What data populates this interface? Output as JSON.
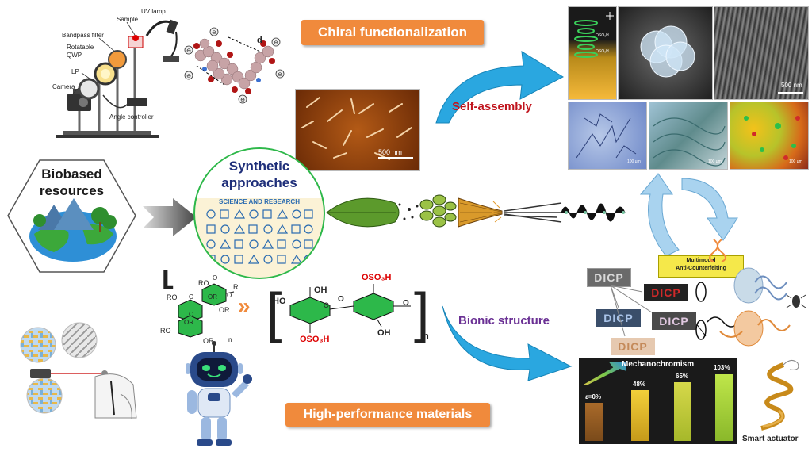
{
  "setup": {
    "labels": [
      "UV lamp",
      "Sample",
      "Bandpass filter",
      "Rotatable",
      "QWP",
      "LP",
      "Camera",
      "Angle controller"
    ]
  },
  "molecule": {
    "distance_label": "d"
  },
  "chiral": {
    "title": "Chiral functionalization"
  },
  "afm": {
    "scale": "500 nm"
  },
  "self_assembly": {
    "label": "Self-assembly"
  },
  "photos": {
    "sem_scale": "500 nm",
    "cell_labels": [
      "OSO₃H",
      "OSO₃H"
    ],
    "micro_scales": [
      "100 μm",
      "100 μm",
      "100 μm"
    ]
  },
  "biobased": {
    "line1": "Biobased",
    "line2": "resources"
  },
  "synthetic": {
    "line1": "Synthetic",
    "line2": "approaches",
    "banner": "SCIENCE AND RESEARCH"
  },
  "chemistry": {
    "left_groups": [
      "RO",
      "R",
      "RO",
      "OR",
      "OR",
      "RO",
      "OR",
      "OR",
      "O",
      "O",
      "O",
      "O",
      "n"
    ],
    "right_groups": {
      "oh1": "OH",
      "oso3h_top": "OSO₃H",
      "ho": "HO",
      "o_link1": "O",
      "o_link2": "O",
      "o_end": "O",
      "oso3h_bottom": "OSO₃H",
      "oh2": "OH",
      "n": "n"
    }
  },
  "bionic": {
    "label": "Bionic structure"
  },
  "anticounterfeit": {
    "badge_line1": "Multimodal",
    "badge_line2": "Anti-Counterfeiting",
    "tiles": [
      "DICP",
      "DICP",
      "DICP",
      "DICP",
      "DICP"
    ]
  },
  "mechano": {
    "title": "Mechanochromism",
    "strains": [
      "ε=0%",
      "48%",
      "65%",
      "103%"
    ]
  },
  "actuator": {
    "label": "Smart actuator"
  },
  "hp": {
    "title": "High-performance materials"
  },
  "colors": {
    "orange": "#f08a3c",
    "blue_arrow": "#2aa7e0",
    "red_label": "#c0141d",
    "purple_label": "#6a3094",
    "green": "#2db84a"
  }
}
